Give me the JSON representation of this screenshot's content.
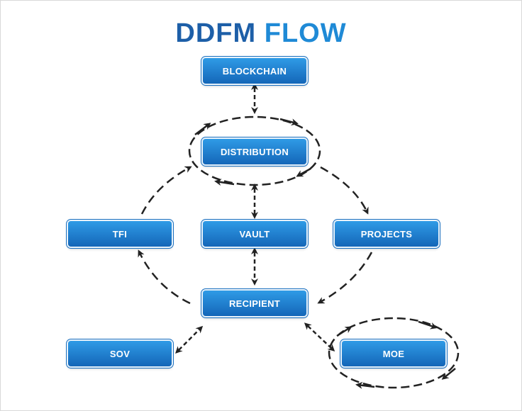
{
  "title": {
    "part1": "DDFM",
    "part2": "FLOW"
  },
  "nodes": {
    "blockchain": "BLOCKCHAIN",
    "distribution": "DISTRIBUTION",
    "tfi": "TFI",
    "vault": "VAULT",
    "projects": "PROJECTS",
    "recipient": "RECIPIENT",
    "sov": "SOV",
    "moe": "MOE"
  },
  "colors": {
    "title_dark": "#1d5fa8",
    "title_light": "#1f8ad6",
    "node_top": "#2f9be6",
    "node_bottom": "#1466b8",
    "arrow": "#222222"
  }
}
